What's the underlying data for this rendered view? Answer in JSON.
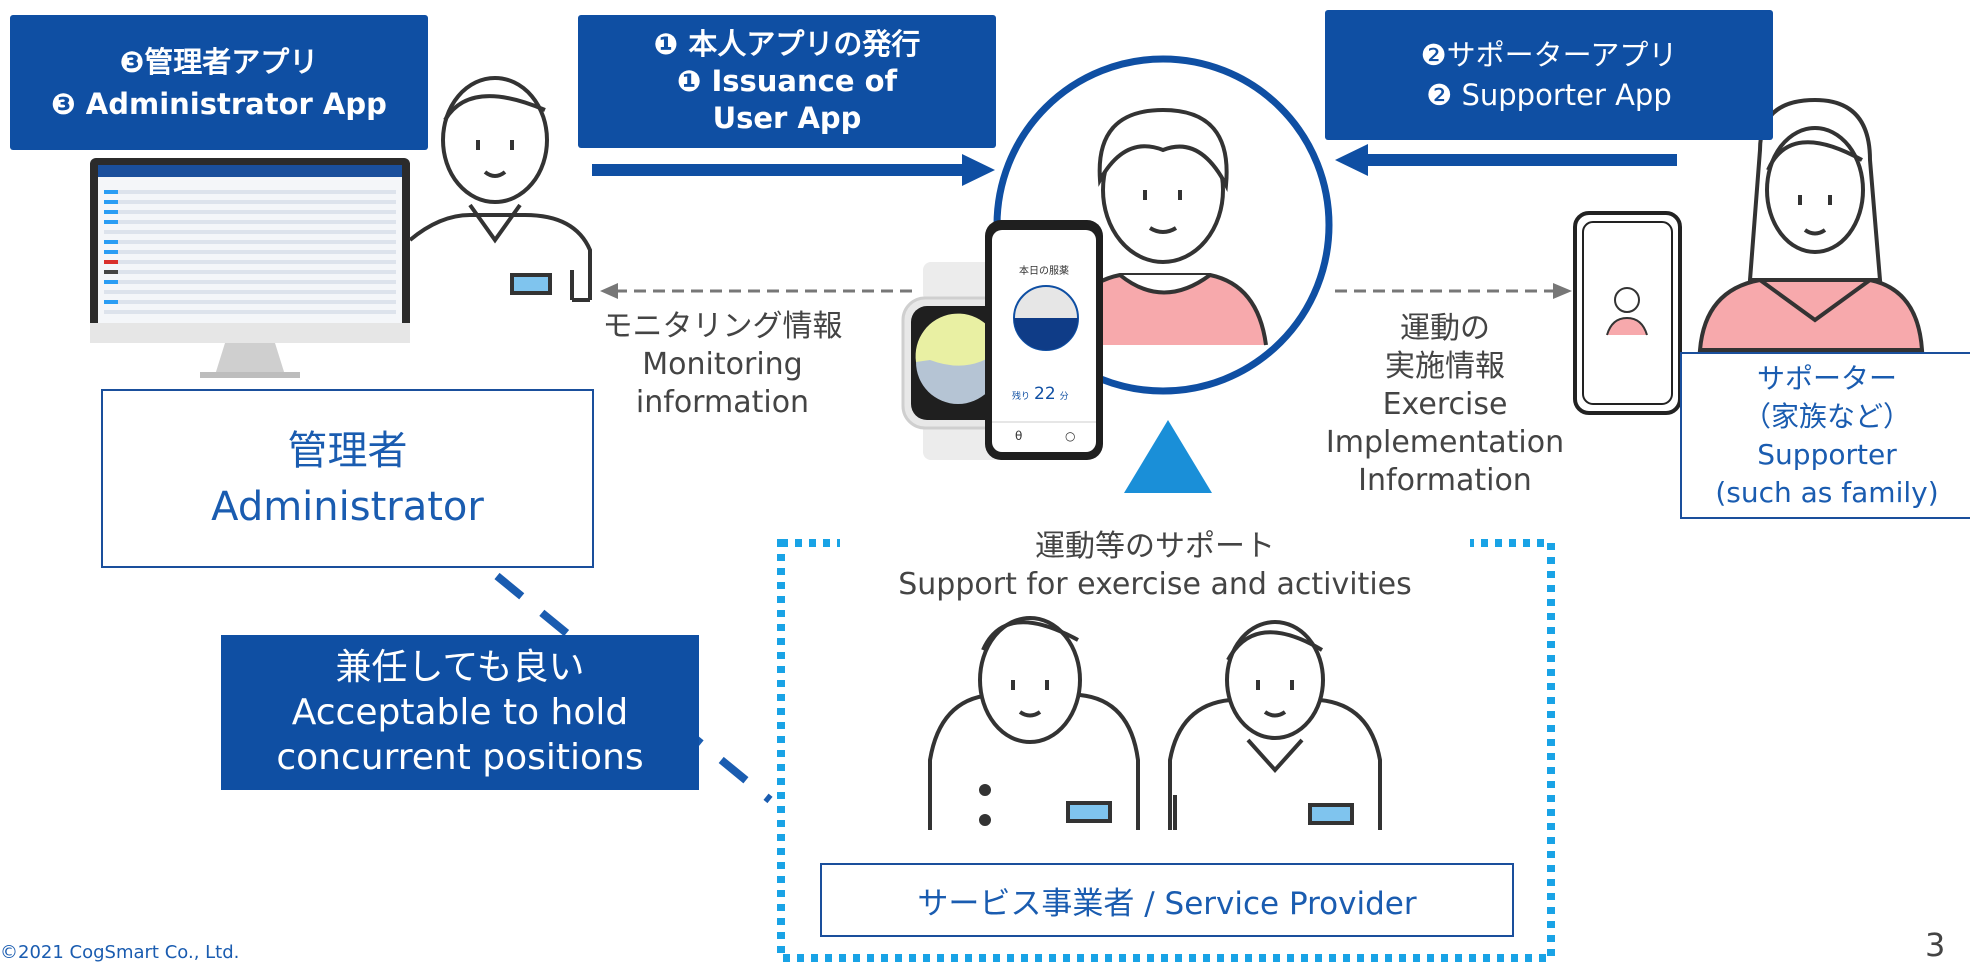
{
  "admin_app": {
    "line1": "❸管理者アプリ",
    "line2": "❸ Administrator App"
  },
  "user_app": {
    "line1": "❶ 本人アプリの発行",
    "line2": "❶ Issuance of",
    "line3": "User App"
  },
  "supporter_app": {
    "line1": "❷サポーターアプリ",
    "line2": "❷ Supporter App"
  },
  "monitoring": {
    "line1": "モニタリング情報",
    "line2": "Monitoring",
    "line3": "information"
  },
  "exercise_info": {
    "line1": "運動の",
    "line2": "実施情報",
    "line3": "Exercise",
    "line4": "Implementation",
    "line5": "Information"
  },
  "administrator_box": {
    "line1": "管理者",
    "line2": "Administrator"
  },
  "supporter_box": {
    "line1": "サポーター",
    "line2": "（家族など）",
    "line3": "Supporter",
    "line4": "(such as family)"
  },
  "concurrent": {
    "line1": "兼任しても良い",
    "line2": "Acceptable to hold",
    "line3": "concurrent positions"
  },
  "support": {
    "line1": "運動等のサポート",
    "line2": "Support for exercise and activities"
  },
  "service_provider": "サービス事業者 / Service Provider",
  "phone": {
    "title": "本日の服薬",
    "remaining_label": "残り",
    "remaining_value": "22",
    "unit": "分"
  },
  "copyright": "©2021 CogSmart Co., Ltd.",
  "page_number": "3",
  "colors": {
    "primary_blue": "#0f4fa3",
    "dotted_blue": "#19a3e6",
    "triangle_blue": "#1a8fd8",
    "pink": "#f7a9ac"
  }
}
